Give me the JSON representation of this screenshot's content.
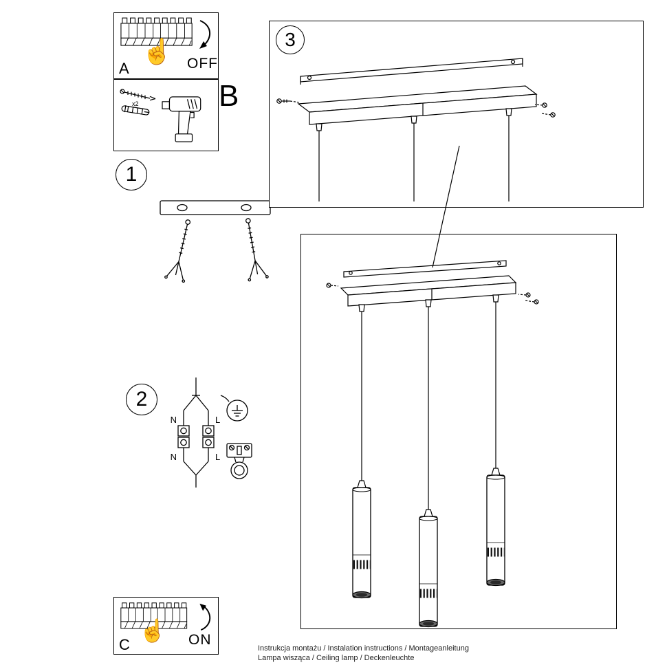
{
  "icons": {
    "hand": "☝"
  },
  "panel_a": {
    "label": "A",
    "state": "OFF"
  },
  "panel_b": {
    "label": "B",
    "quantity": "x2"
  },
  "step_1": {
    "number": "1"
  },
  "step_2": {
    "number": "2",
    "labels": {
      "n_top": "N",
      "l_top": "L",
      "n_bottom": "N",
      "l_bottom": "L"
    }
  },
  "step_3": {
    "number": "3"
  },
  "panel_c": {
    "label": "C",
    "state": "ON"
  },
  "footer": {
    "line1": "Instrukcja montażu / Instalation instructions / Montageanleitung",
    "line2": "Lampa wisząca / Ceiling lamp / Deckenleuchte"
  }
}
